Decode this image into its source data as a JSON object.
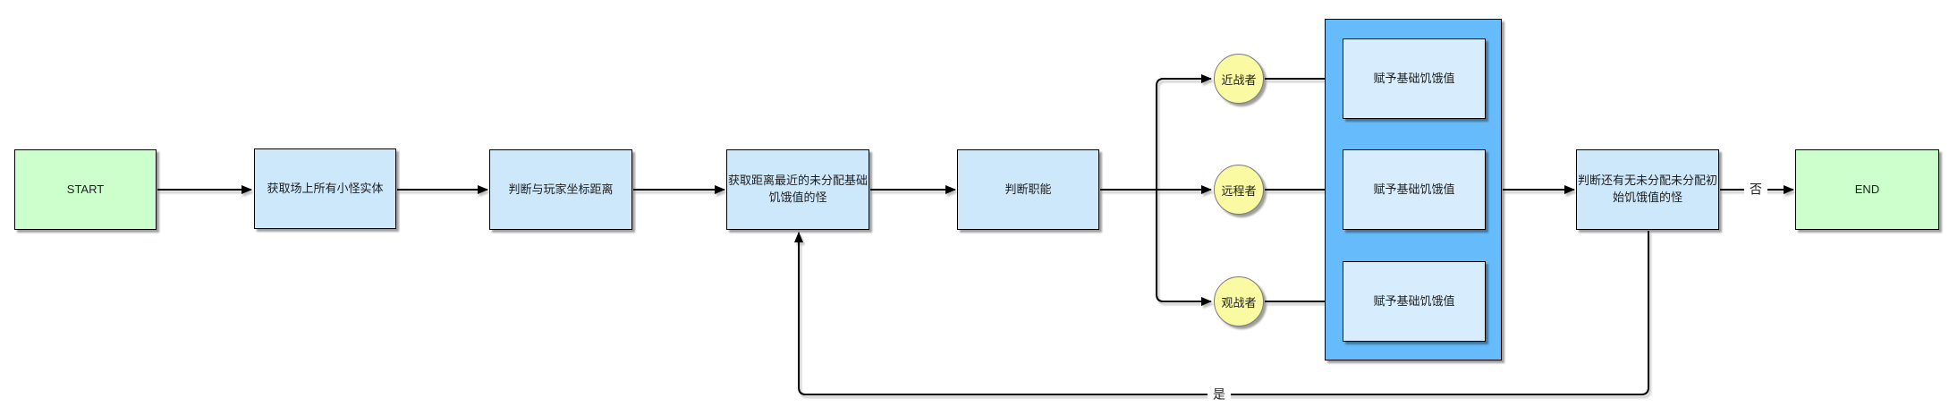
{
  "diagram": {
    "kind": "flowchart",
    "nodes": {
      "start": {
        "label": "START"
      },
      "get_all_monsters": {
        "label": "获取场上所有小怪实体"
      },
      "judge_player_distance": {
        "label": "判断与玩家坐标距离"
      },
      "get_nearest_unassigned": {
        "label": "获取距离最近的未分配基础\n饥饿值的怪"
      },
      "judge_role": {
        "label": "判断职能"
      },
      "role_melee": {
        "label": "近战者"
      },
      "role_ranged": {
        "label": "远程者"
      },
      "role_spectator": {
        "label": "观战者"
      },
      "assign_hunger_melee": {
        "label": "赋予基础饥饿值"
      },
      "assign_hunger_ranged": {
        "label": "赋予基础饥饿值"
      },
      "assign_hunger_spectator": {
        "label": "赋予基础饥饿值"
      },
      "check_remaining": {
        "label": "判断还有无未分配未分配初\n始饥饿值的怪"
      },
      "end": {
        "label": "END"
      }
    },
    "edge_labels": {
      "no": "否",
      "yes": "是"
    }
  },
  "theme": {
    "canvas-bg": "#ffffff",
    "terminal-fill": "#ccffcc",
    "process-fill": "#cde7fb",
    "inner-fill": "#d7edfd",
    "container-fill": "#66bcfa",
    "branch-fill": "#fafaa2",
    "branch-border": "#7a7a7a",
    "line-color": "#000000",
    "text-color": "#1f1f1f"
  }
}
